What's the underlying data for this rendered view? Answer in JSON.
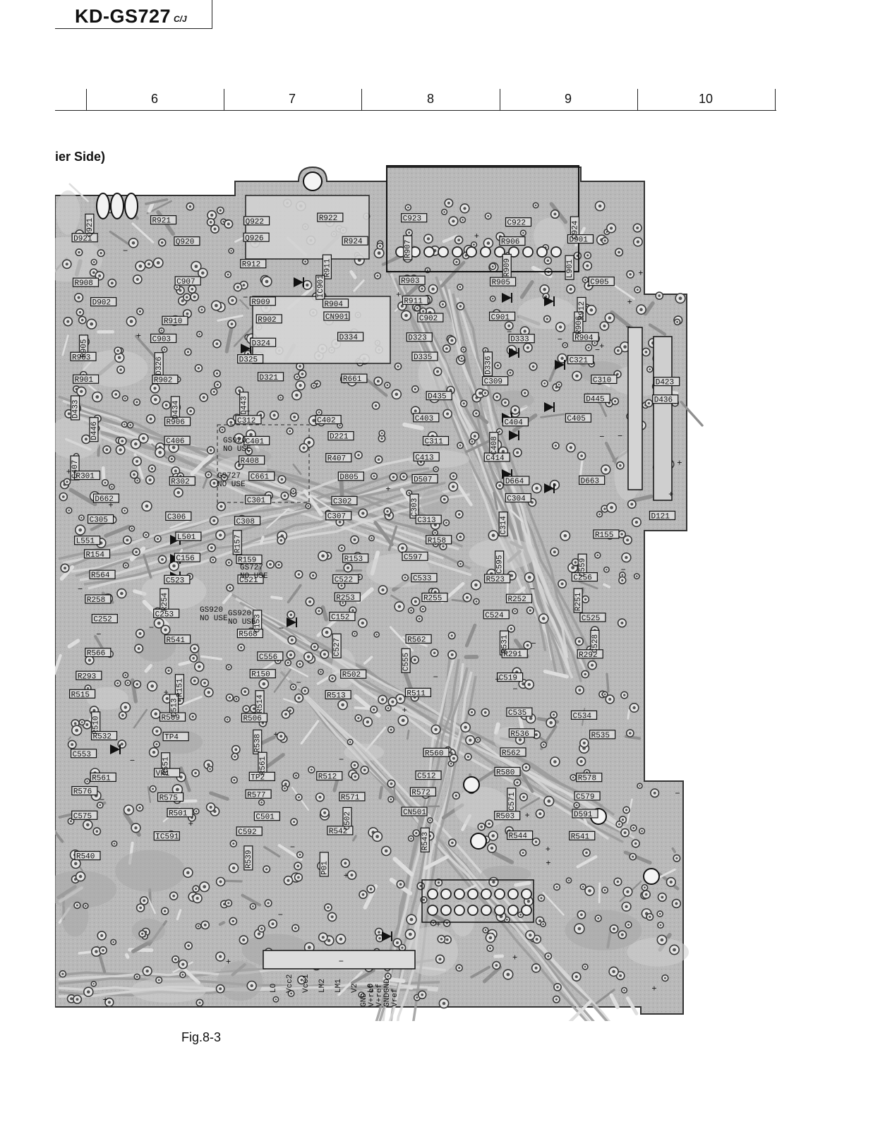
{
  "header": {
    "model": "KD-GS727",
    "model_suffix": "C/J"
  },
  "ruler": {
    "columns": [
      "6",
      "7",
      "8",
      "9",
      "10"
    ]
  },
  "side_label": "ier Side)",
  "caption": "Fig.8-3",
  "board": {
    "components": [
      "Q921",
      "R921",
      "Q922",
      "R922",
      "C923",
      "C922",
      "C924",
      "D921",
      "Q920",
      "Q926",
      "R924",
      "R907",
      "R906",
      "D901",
      "R912",
      "R911",
      "R909",
      "L901",
      "R908",
      "C907",
      "IC901",
      "R903",
      "R905",
      "C905",
      "D902",
      "R909",
      "R904",
      "R911",
      "R912",
      "R910",
      "R902",
      "CN901",
      "C902",
      "C901",
      "R906",
      "R905",
      "C903",
      "D324",
      "D334",
      "D323",
      "D333",
      "R904",
      "R903",
      "D326",
      "D325",
      "D335",
      "D336",
      "C321",
      "R901",
      "R902",
      "D321",
      "R661",
      "C309",
      "C310",
      "D423",
      "D433",
      "D434",
      "D443",
      "D435",
      "D445",
      "D436",
      "D446",
      "R906",
      "C312",
      "C402",
      "C403",
      "C404",
      "C405",
      "C406",
      "C401",
      "D221",
      "C311",
      "C408",
      "C407",
      "R408",
      "R407",
      "C413",
      "C414",
      "R301",
      "R302",
      "C661",
      "D805",
      "D507",
      "D664",
      "D663",
      "D662",
      "C301",
      "C302",
      "C303",
      "C304",
      "C305",
      "C306",
      "C308",
      "C307",
      "C313",
      "C314",
      "D121",
      "L551",
      "L501",
      "R157",
      "R158",
      "R155",
      "R154",
      "C156",
      "R159",
      "R153",
      "C597",
      "C595",
      "C559",
      "R564",
      "C523",
      "C521",
      "C522",
      "C533",
      "R523",
      "C256",
      "R258",
      "R254",
      "R253",
      "R255",
      "R252",
      "R251",
      "C252",
      "C253",
      "C153",
      "C152",
      "C524",
      "C525",
      "R541",
      "R568",
      "C527",
      "R562",
      "R531",
      "C528",
      "R566",
      "C556",
      "C555",
      "R291",
      "R292",
      "R293",
      "R151",
      "R150",
      "R502",
      "C519",
      "R515",
      "C513",
      "R514",
      "R513",
      "R511",
      "R510",
      "R509",
      "R506",
      "C535",
      "C534",
      "R532",
      "TP4",
      "R538",
      "R536",
      "R535",
      "C553",
      "R551",
      "R561",
      "R560",
      "R562",
      "R561",
      "VR1",
      "TP2",
      "R512",
      "C512",
      "R580",
      "R578",
      "R576",
      "R575",
      "R577",
      "R571",
      "R572",
      "C571",
      "C579",
      "C575",
      "R501",
      "C501",
      "C502",
      "CN501",
      "R503",
      "D591",
      "IC591",
      "C592",
      "R542",
      "R543",
      "R544",
      "R541",
      "R540",
      "R539",
      "P01"
    ],
    "connector_pins": [
      "LO",
      "Vcc2",
      "Vcc1",
      "LM2",
      "LM1",
      "V2",
      "LO",
      "GND"
    ],
    "connector_pins_lower": [
      "GND",
      "V+ref",
      "V+ref",
      "GND",
      "Vref"
    ],
    "annotations": [
      "GS920 NO USE",
      "GS727 NO USE",
      "GS727 NO USE",
      "GS920 NO USE",
      "GS920 NO USE"
    ]
  }
}
